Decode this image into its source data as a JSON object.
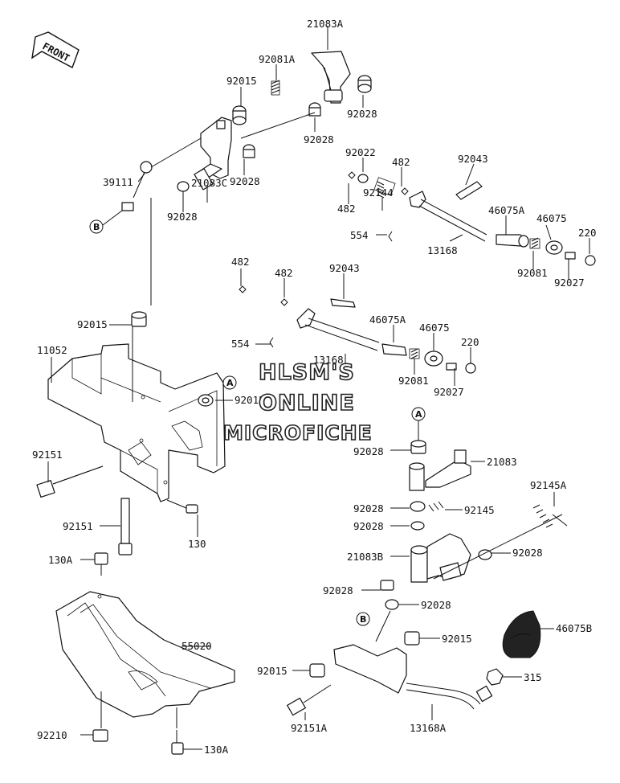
{
  "front_badge": "FRONT",
  "watermark": [
    "HLSM'S",
    "ONLINE",
    "MICROFICHE"
  ],
  "callouts": [
    "A",
    "A",
    "B",
    "B"
  ],
  "labels": [
    "21083A",
    "92081A",
    "92015",
    "92028",
    "92028",
    "39111",
    "92028",
    "21083C",
    "92028",
    "92022",
    "482",
    "92043",
    "482",
    "92144",
    "46075A",
    "46075",
    "554",
    "220",
    "13168",
    "92081",
    "92027",
    "482",
    "482",
    "92043",
    "46075A",
    "46075",
    "554",
    "220",
    "13168",
    "92081",
    "92027",
    "92015",
    "11052",
    "92015",
    "92151",
    "92151",
    "130",
    "92028",
    "21083",
    "92145A",
    "92028",
    "92145",
    "92028",
    "21083B",
    "92028",
    "92028",
    "92028",
    "130A",
    "92015",
    "55020",
    "46075B",
    "92015",
    "315",
    "92210",
    "130A",
    "92151A",
    "13168A"
  ]
}
